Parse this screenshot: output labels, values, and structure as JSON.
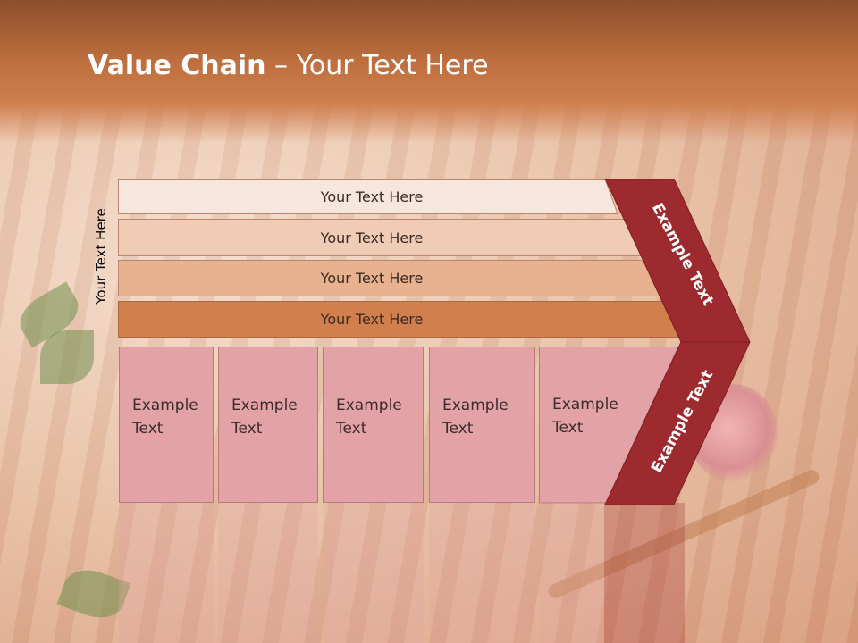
{
  "title": {
    "bold": "Value Chain",
    "rest": " – Your Text Here"
  },
  "side_label": "Your Text Here",
  "rows": [
    {
      "label": "Your Text Here",
      "color": "#f7e6de"
    },
    {
      "label": "Your Text Here",
      "color": "#f0cbb6"
    },
    {
      "label": "Your Text Here",
      "color": "#e8b18f"
    },
    {
      "label": "Your Text Here",
      "color": "#d27f4e"
    }
  ],
  "columns": [
    {
      "line1": "Example",
      "line2": "Text"
    },
    {
      "line1": "Example",
      "line2": "Text"
    },
    {
      "line1": "Example",
      "line2": "Text"
    },
    {
      "line1": "Example",
      "line2": "Text"
    },
    {
      "line1": "Example",
      "line2": "Text"
    }
  ],
  "chevron": {
    "upper_text": "Example Text",
    "lower_text": "Example Text",
    "color": "#9c2a2e"
  }
}
